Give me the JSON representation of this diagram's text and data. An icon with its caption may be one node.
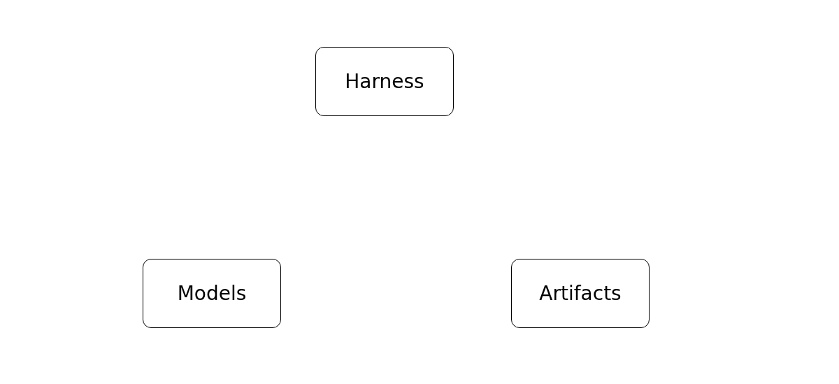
{
  "diagram": {
    "nodes": [
      {
        "text": [
          "Harness"
        ]
      },
      {
        "text": [
          "Models"
        ]
      },
      {
        "text": [
          "Artifacts"
        ]
      }
    ]
  }
}
